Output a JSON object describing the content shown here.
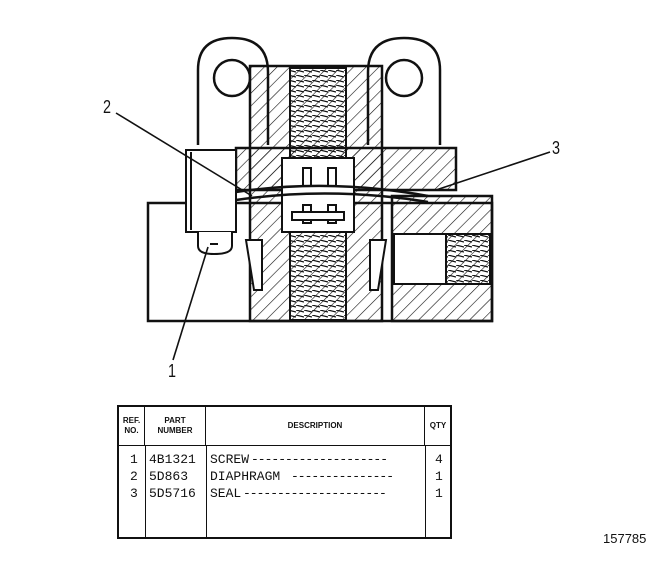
{
  "callouts": {
    "c1": "1",
    "c2": "2",
    "c3": "3"
  },
  "table": {
    "headers": {
      "ref": "REF.\nNO.",
      "part": "PART\nNUMBER",
      "desc": "DESCRIPTION",
      "qty": "QTY"
    },
    "rows": [
      {
        "ref": "1",
        "part": "4B1321",
        "desc": "SCREW",
        "qty": "4"
      },
      {
        "ref": "2",
        "part": "5D863",
        "desc": "DIAPHRAGM",
        "qty": "1"
      },
      {
        "ref": "3",
        "part": "5D5716",
        "desc": "SEAL",
        "qty": "1"
      }
    ]
  },
  "figure_number": "157785",
  "colors": {
    "ink": "#111111",
    "paper": "#ffffff"
  }
}
